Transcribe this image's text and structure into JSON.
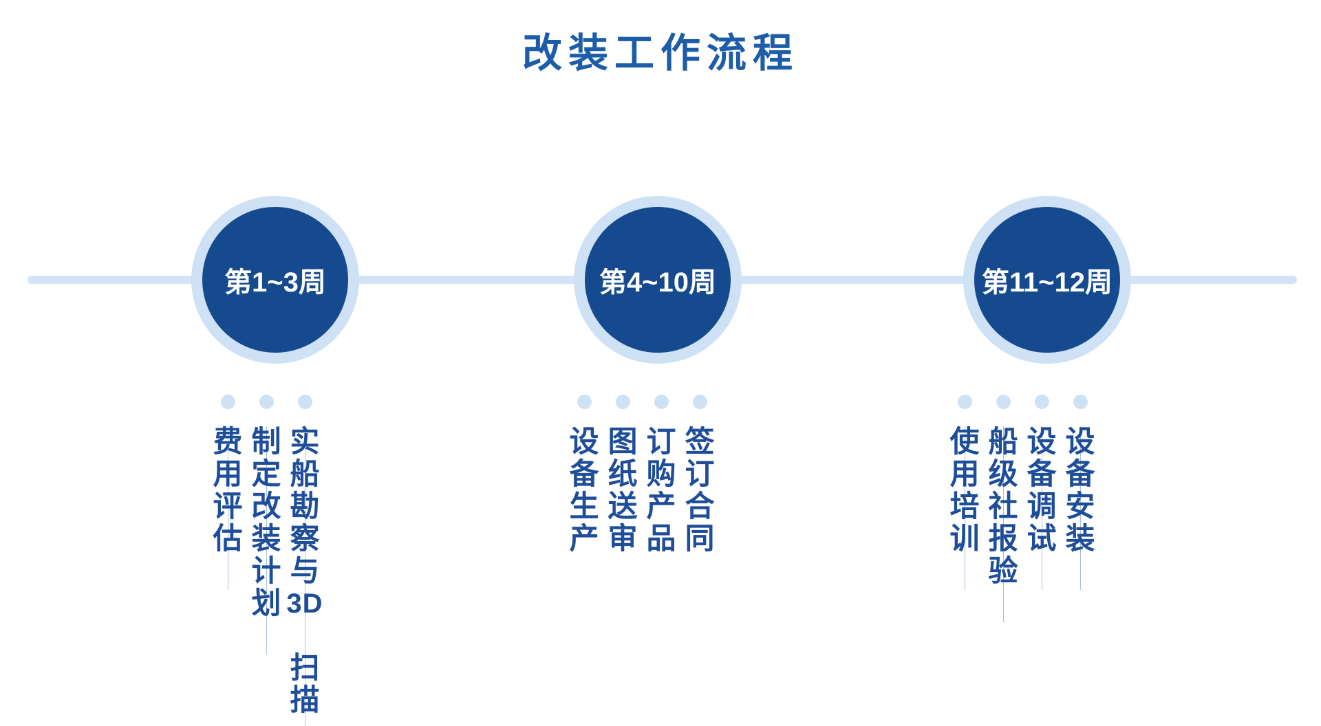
{
  "title": "改装工作流程",
  "colors": {
    "background": "#FFFFFF",
    "title_text": "#1D5CA8",
    "circle_fill": "#164A8F",
    "circle_ring": "#CEE1F5",
    "timeline_line": "#D2E4F6",
    "dot": "#CEE1F5",
    "task_text": "#1E4D99"
  },
  "stages": [
    {
      "label": "第1~3周",
      "tasks": [
        "费用评估",
        "制定改装计划",
        "实船勘察与3D 扫描"
      ]
    },
    {
      "label": "第4~10周",
      "tasks": [
        "设备生产",
        "图纸送审",
        "订购产品",
        "签订合同"
      ]
    },
    {
      "label": "第11~12周",
      "tasks": [
        "使用培训",
        "船级社报验",
        "设备调试",
        "设备安装"
      ]
    }
  ]
}
